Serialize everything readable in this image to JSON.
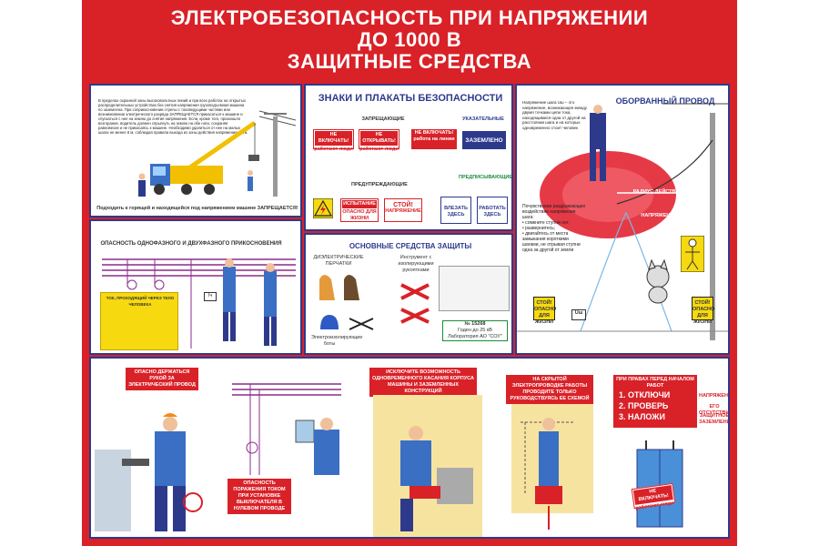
{
  "header": {
    "line1": "ЭЛЕКТРОБЕЗОПАСНОСТЬ ПРИ НАПРЯЖЕНИИ",
    "line2": "ДО 1000 В",
    "line3": "ЗАЩИТНЫЕ СРЕДСТВА"
  },
  "panel1": {
    "text": "В пределах охранной зоны высоковольтных линий и при всех работах на открытых распределительных устройствах без снятия напряжения грузоподъемная машина по заземлена. При соприкосновении стрелы с токоведущими частями или возникновении электрического разряда ЗАПРЕЩАЕТСЯ прикасаться к машине и спускаться с нее на землю до снятия напряжения. Если, кроме того, произошло возгорание, водитель должен спрыгнуть на землю на обе ноги, сохраняя равновесие и не прикасаясь к машине. Необходимо удалиться от нее на малых шагах не менее 8 м, соблюдая правила выхода из зоны действия напряжения шага.",
    "caption": "Подходить к горящей и находящейся под напряжением машине ЗАПРЕЩАЕТСЯ!"
  },
  "panel2": {
    "title": "ЗНАКИ И ПЛАКАТЫ БЕЗОПАСНОСТИ",
    "zapr": "ЗАПРЕЩАЮЩИЕ",
    "ukaz": "УКАЗАТЕЛЬНЫЕ",
    "sign1": "НЕ ВКЛЮЧАТЬ!",
    "sign1b": "работают люди",
    "sign2": "НЕ ОТКРЫВАТЬ!",
    "sign2b": "работают люди",
    "sign3": "НЕ ВКЛЮЧАТЬ!",
    "sign3b": "работа на линии",
    "sign4": "ЗАЗЕМЛЕНО",
    "pred": "ПРЕДУПРЕЖДАЮЩИЕ",
    "predp": "ПРЕДПИСЫВАЮЩИЕ",
    "sign5": "ИСПЫТАНИЕ",
    "sign5b": "ОПАСНО ДЛЯ ЖИЗНИ",
    "sign6": "СТОЙ!",
    "sign6b": "НАПРЯЖЕНИЕ",
    "sign7": "ВЛЕЗАТЬ ЗДЕСЬ",
    "sign8": "РАБОТАТЬ ЗДЕСЬ"
  },
  "panel3": {
    "title": "ОБОРВАННЫЙ ПРОВОД",
    "text1": "Напряжение шага Uш – это напряжение, возникающее между двумя точками цепи тока, находящимися одна от другой на расстоянии шага и на которых одновременно стоит человек",
    "radius": "РАДИУС ДЕЙСТВИЯ",
    "napr": "НАПРЯЖЕНИЕ ШАГА",
    "text2": "Почувствовав раздражающее воздействие напряжения шага:",
    "b1": "сомкните ступни ног;",
    "b2": "развернитесь;",
    "b3": "двигайтесь от места замыкания короткими шагами, не отрывая ступни одна за другой от земли",
    "stoy1": "СТОЙ! ОПАСНО ДЛЯ ЖИЗНИ",
    "stoy2": "СТОЙ! ОПАСНО ДЛЯ ЖИЗНИ",
    "ush": "Uш"
  },
  "panel4": {
    "title": "ОПАСНОСТЬ ОДНОФАЗНОГО И ДВУХФАЗНОГО ПРИКОСНОВЕНИЯ",
    "box_title": "ТОК, ПРОХОДЯЩИЙ ЧЕРЕЗ ТЕЛО ЧЕЛОВЕКА",
    "ih": "Iч"
  },
  "panel5": {
    "title": "ОСНОВНЫЕ СРЕДСТВА ЗАЩИТЫ",
    "gloves": "ДИЭЛЕКТРИЧЕСКИЕ ПЕРЧАТКИ",
    "tools": "Инструмент с изолирующими рукоятками",
    "boots": "Электроизолирующие боты",
    "tag1": "№ 15268",
    "tag2": "Годен до 25 кВ",
    "tag3": "Лаборатория АО \"СОУ\""
  },
  "bottom": {
    "c1": "ОПАСНО ДЕРЖАТЬСЯ РУКОЙ ЗА ЭЛЕКТРИЧЕСКИЙ ПРОВОД",
    "c2": "ОПАСНОСТЬ ПОРАЖЕНИЯ ТОКОМ ПРИ УСТАНОВКЕ ВЫКЛЮЧАТЕЛЯ В НУЛЕВОМ ПРОВОДЕ",
    "c3": "ИСКЛЮЧИТЕ ВОЗМОЖНОСТЬ ОДНОВРЕМЕННОГО КАСАНИЯ КОРПУСА МАШИНЫ И ЗАЗЕМЛЕННЫХ КОНСТРУКЦИЙ",
    "c4": "НА СКРЫТОЙ ЭЛЕКТРОПРОВОДКЕ РАБОТЫ ПРОВОДИТЕ ТОЛЬКО РУКОВОДСТВУЯСЬ ЕЕ СХЕМОЙ",
    "c5": "ПРИ ПРАВАХ ПЕРЕД НАЧАЛОМ РАБОТ",
    "s1": "1. ОТКЛЮЧИ",
    "s2": "2. ПРОВЕРЬ",
    "s3": "3. НАЛОЖИ",
    "n1": "НАПРЯЖЕНИЕ",
    "n2": "ЕГО ОТСУТСТВИЕ",
    "n3": "ЗАЩИТНОЕ ЗАЗЕМЛЕНИЕ",
    "sign": "НЕ ВКЛЮЧАТЬ!",
    "signb": "работают люди"
  }
}
